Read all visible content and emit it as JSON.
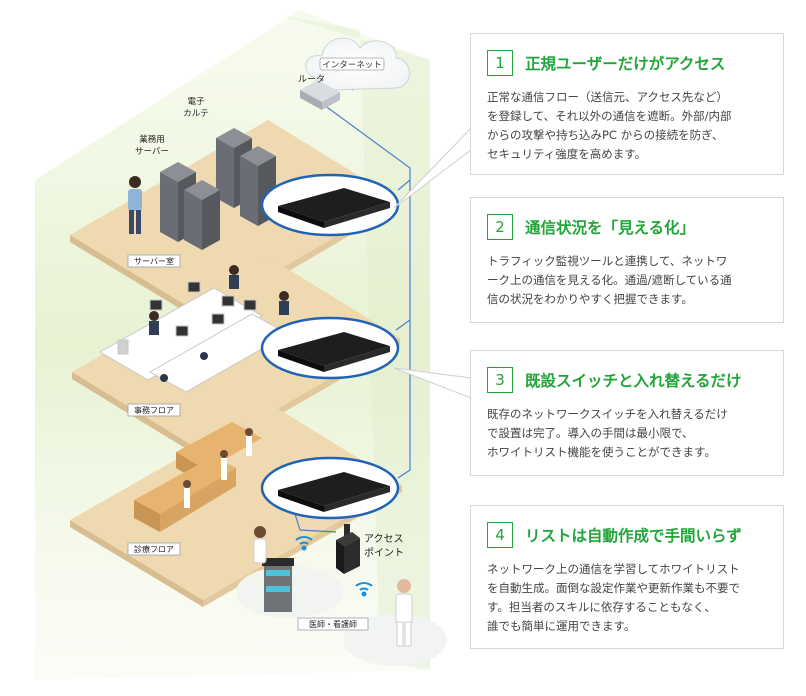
{
  "labels": {
    "internet": "インターネット",
    "router": "ルータ",
    "ehr": [
      "電子",
      "カルテ"
    ],
    "business_server": [
      "業務用",
      "サーバー"
    ],
    "server_room": "サーバー室",
    "office_floor": "事務フロア",
    "clinic_floor": "診療フロア",
    "access_point": [
      "アクセス",
      "ポイント"
    ],
    "doctors_nurses": "医師・看護師"
  },
  "callouts": [
    {
      "number": "1",
      "title": "正規ユーザーだけがアクセス",
      "lines": [
        "正常な通信フロー（送信元、アクセス先など）",
        "を登録して、それ以外の通信を遮断。外部/内部",
        "からの攻撃や持ち込みPC からの接続を防ぎ、",
        "セキュリティ強度を高めます。"
      ]
    },
    {
      "number": "2",
      "title": "通信状況を「見える化」",
      "lines": [
        "トラフィック監視ツールと連携して、ネットワ",
        "ーク上の通信を見える化。通過/遮断している通",
        "信の状況をわかりやすく把握できます。"
      ]
    },
    {
      "number": "3",
      "title": "既設スイッチと入れ替えるだけ",
      "lines": [
        "既存のネットワークスイッチを入れ替えるだけ",
        "で設置は完了。導入の手間は最小限で、",
        "ホワイトリスト機能を使うことができます。"
      ]
    },
    {
      "number": "4",
      "title": "リストは自動作成で手間いらず",
      "lines": [
        "ネットワーク上の通信を学習してホワイトリスト",
        "を自動生成。面倒な設定作業や更新作業も不要で",
        "す。担当者のスキルに依存することもなく、",
        "誰でも簡単に運用できます。"
      ]
    }
  ]
}
